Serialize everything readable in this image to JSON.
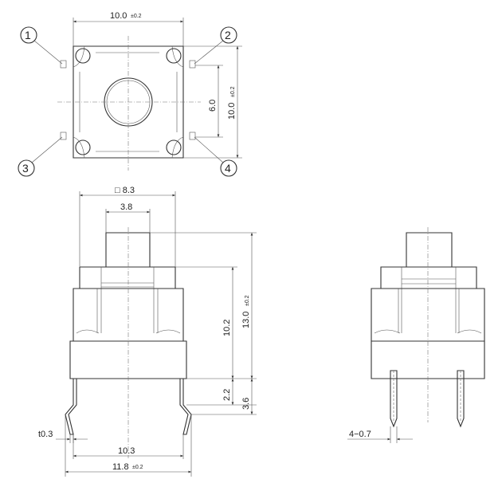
{
  "top_view": {
    "width_label": "10.0",
    "width_tol": "±0.2",
    "height_label": "10.0",
    "height_tol": "±0.2",
    "pitch_label": "6.0",
    "pins": [
      "1",
      "2",
      "3",
      "4"
    ]
  },
  "front_view": {
    "body_label": "□ 8.3",
    "plunger_label": "3.8",
    "total_height_label": "13.0",
    "total_height_tol": "±0.2",
    "body_height_label": "10.2",
    "terminal_a_label": "2.2",
    "terminal_b_label": "3.6",
    "thickness_label": "t0.3",
    "inner_span_label": "10.3",
    "outer_span_label": "11.8",
    "outer_span_tol": "±0.2"
  },
  "side_view": {
    "hole_label": "4−0.7"
  }
}
